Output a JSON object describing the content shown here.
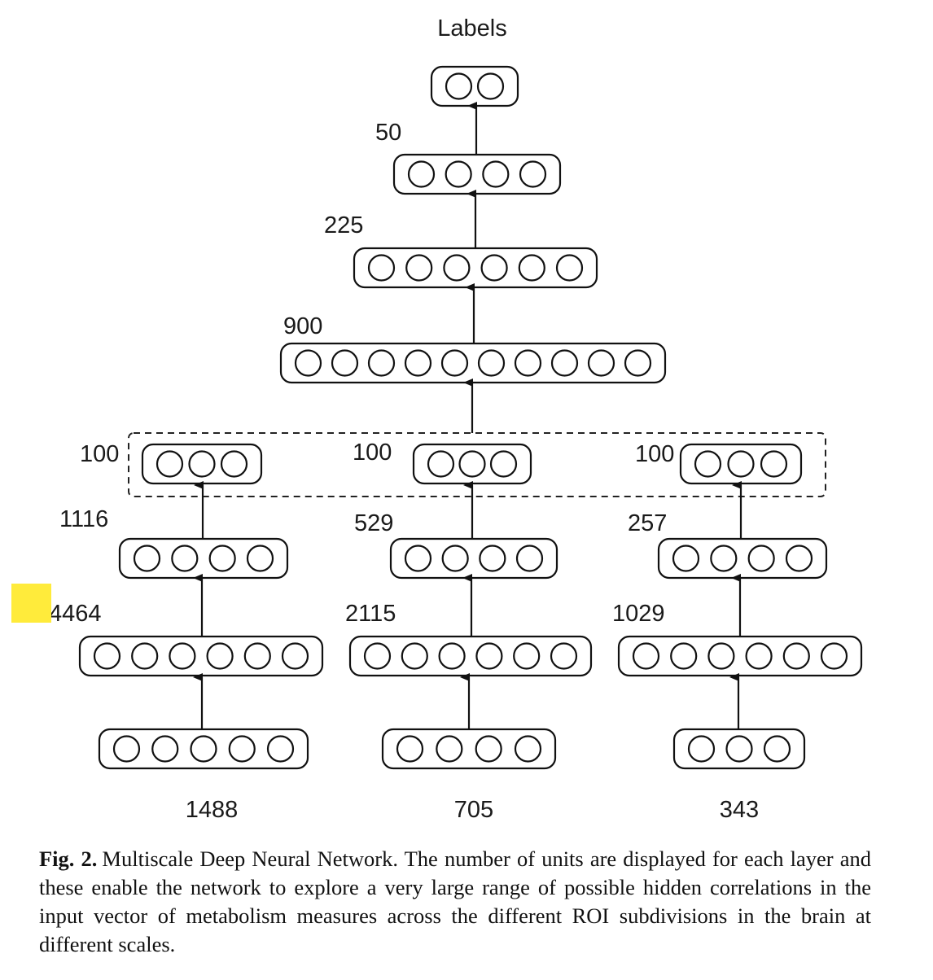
{
  "diagram": {
    "output_label": "Labels",
    "top_layers": [
      {
        "name": "output",
        "label": "",
        "units": 2
      },
      {
        "name": "fc3",
        "label": "50",
        "units": 4
      },
      {
        "name": "fc2",
        "label": "225",
        "units": 6
      },
      {
        "name": "fc1",
        "label": "900",
        "units": 10
      }
    ],
    "branches": [
      {
        "name": "branch-left",
        "input_label": "1488",
        "layers": [
          {
            "label": "100",
            "units": 3
          },
          {
            "label": "1116",
            "units": 4
          },
          {
            "label": "4464",
            "units": 6
          },
          {
            "label": "",
            "units": 5
          }
        ]
      },
      {
        "name": "branch-middle",
        "input_label": "705",
        "layers": [
          {
            "label": "100",
            "units": 3
          },
          {
            "label": "529",
            "units": 4
          },
          {
            "label": "2115",
            "units": 6
          },
          {
            "label": "",
            "units": 4
          }
        ]
      },
      {
        "name": "branch-right",
        "input_label": "343",
        "layers": [
          {
            "label": "100",
            "units": 3
          },
          {
            "label": "257",
            "units": 4
          },
          {
            "label": "1029",
            "units": 6
          },
          {
            "label": "",
            "units": 3
          }
        ]
      }
    ]
  },
  "caption": {
    "label": "Fig. 2.",
    "text": "Multiscale Deep Neural Network. The number of units are displayed for each layer and these enable the network to explore a very large range of possible hidden correlations in the input vector of metabolism measures across the different ROI subdivisions in the brain at different scales."
  },
  "highlight_color": "#ffeb3b"
}
